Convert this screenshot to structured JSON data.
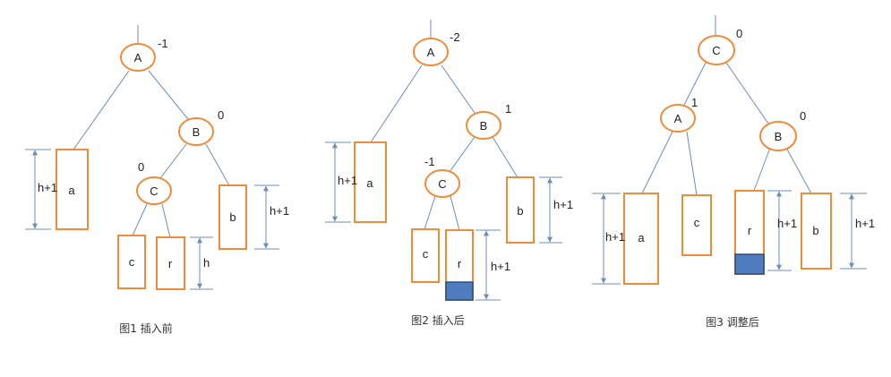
{
  "colors": {
    "node_stroke": "#ed8c3a",
    "edge": "#6f8db0",
    "inserted_fill": "#4f7dbf"
  },
  "fig1": {
    "caption": "图1 插入前",
    "nodes": {
      "A": "A",
      "B": "B",
      "C": "C"
    },
    "balance": {
      "A": "-1",
      "B": "0",
      "C": "0"
    },
    "subtrees": {
      "a": "a",
      "b": "b",
      "c": "c",
      "r": "r"
    },
    "heights": {
      "a": "h+1",
      "b": "h+1",
      "r": "h"
    }
  },
  "fig2": {
    "caption": "图2 插入后",
    "nodes": {
      "A": "A",
      "B": "B",
      "C": "C"
    },
    "balance": {
      "A": "-2",
      "B": "1",
      "C": "-1"
    },
    "subtrees": {
      "a": "a",
      "b": "b",
      "c": "c",
      "r": "r"
    },
    "heights": {
      "a": "h+1",
      "b": "h+1",
      "r": "h+1"
    }
  },
  "fig3": {
    "caption": "图3 调整后",
    "nodes": {
      "A": "A",
      "B": "B",
      "C": "C"
    },
    "balance": {
      "A": "1",
      "B": "0",
      "C": "0"
    },
    "subtrees": {
      "a": "a",
      "b": "b",
      "c": "c",
      "r": "r"
    },
    "heights": {
      "a": "h+1",
      "r": "h+1",
      "b": "h+1"
    }
  }
}
